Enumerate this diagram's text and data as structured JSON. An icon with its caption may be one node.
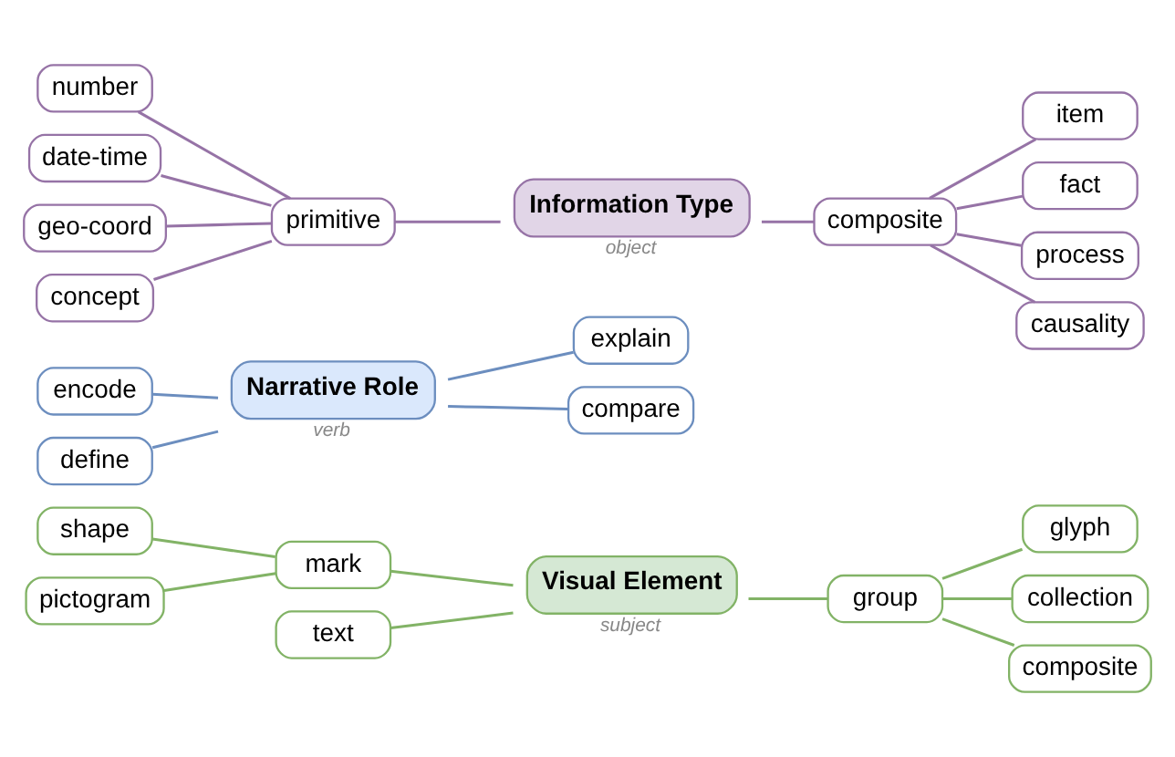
{
  "diagram": {
    "nodes": [
      {
        "text": [
          "Visual Element"
        ],
        "beside": [
          "subject"
        ]
      },
      {
        "text": [
          "mark"
        ]
      },
      {
        "text": [
          "shape"
        ]
      },
      {
        "text": [
          "pictogram"
        ]
      },
      {
        "text": [
          "text"
        ]
      },
      {
        "text": [
          "group"
        ]
      },
      {
        "text": [
          "glyph"
        ]
      },
      {
        "text": [
          "collection"
        ]
      },
      {
        "text": [
          "composite"
        ]
      },
      {
        "text": [
          "Narrative Role"
        ],
        "beside": [
          "verb"
        ]
      },
      {
        "text": [
          "encode"
        ]
      },
      {
        "text": [
          "define"
        ]
      },
      {
        "text": [
          "explain"
        ]
      },
      {
        "text": [
          "compare"
        ]
      },
      {
        "text": [
          "Information Type"
        ],
        "beside": [
          "object"
        ]
      },
      {
        "text": [
          "primitive"
        ]
      },
      {
        "text": [
          "number"
        ]
      },
      {
        "text": [
          "date-time"
        ]
      },
      {
        "text": [
          "geo-coord"
        ]
      },
      {
        "text": [
          "concept"
        ]
      },
      {
        "text": [
          "composite"
        ]
      },
      {
        "text": [
          "item"
        ]
      },
      {
        "text": [
          "fact"
        ]
      },
      {
        "text": [
          "process"
        ]
      },
      {
        "text": [
          "causality"
        ]
      }
    ],
    "edges": [
      {
        "from": 2,
        "to": 1,
        "arrow": "none",
        "color": "#82b366"
      },
      {
        "from": 3,
        "to": 1,
        "arrow": "none",
        "color": "#82b366"
      },
      {
        "from": 1,
        "to": 0,
        "arrow": "none",
        "color": "#82b366"
      },
      {
        "from": 4,
        "to": 0,
        "arrow": "none",
        "color": "#82b366"
      },
      {
        "from": 0,
        "to": 5,
        "arrow": "none",
        "color": "#82b366"
      },
      {
        "from": 5,
        "to": 6,
        "arrow": "none",
        "color": "#82b366"
      },
      {
        "from": 5,
        "to": 7,
        "arrow": "none",
        "color": "#82b366"
      },
      {
        "from": 5,
        "to": 8,
        "arrow": "none",
        "color": "#82b366"
      },
      {
        "from": 10,
        "to": 9,
        "arrow": "none",
        "color": "#6c8ebf"
      },
      {
        "from": 11,
        "to": 9,
        "arrow": "none",
        "color": "#6c8ebf"
      },
      {
        "from": 9,
        "to": 12,
        "arrow": "none",
        "color": "#6c8ebf"
      },
      {
        "from": 9,
        "to": 13,
        "arrow": "none",
        "color": "#6c8ebf"
      },
      {
        "from": 16,
        "to": 15,
        "arrow": "none"
      },
      {
        "from": 17,
        "to": 15,
        "arrow": "none"
      },
      {
        "from": 18,
        "to": 15,
        "arrow": "none"
      },
      {
        "from": 19,
        "to": 15,
        "arrow": "none"
      },
      {
        "from": 15,
        "to": 14,
        "arrow": "none"
      },
      {
        "from": 14,
        "to": 20,
        "arrow": "none"
      },
      {
        "from": 20,
        "to": 21,
        "arrow": "none"
      },
      {
        "from": 20,
        "to": 22,
        "arrow": "none"
      },
      {
        "from": 20,
        "to": 23,
        "arrow": "none"
      },
      {
        "from": 20,
        "to": 24,
        "arrow": "none"
      }
    ]
  }
}
